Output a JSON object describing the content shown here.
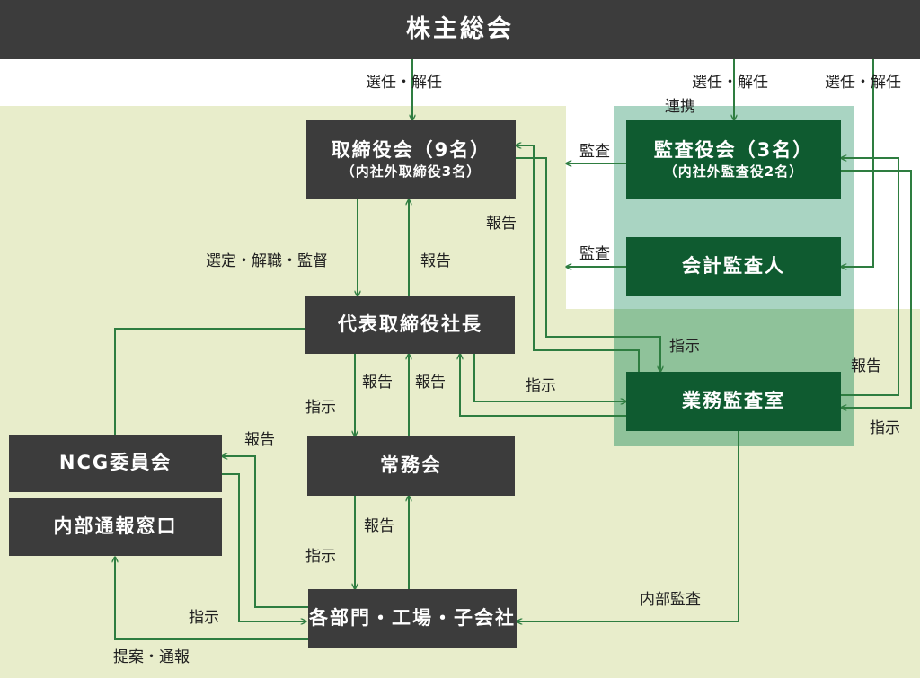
{
  "colors": {
    "header_bg": "#3c3c3c",
    "box_dark": "#3c3c3c",
    "box_green": "#0f5b30",
    "line_green": "#2e7d40",
    "area_light": "#e8edcb",
    "area_teal": "#a9d4c2",
    "area_green": "#8fc29a"
  },
  "header": {
    "title": "株主総会"
  },
  "boxes": {
    "board": {
      "main": "取締役会（9名）",
      "sub": "（内社外取締役3名）"
    },
    "audit_board": {
      "main": "監査役会（3名）",
      "sub": "（内社外監査役2名）"
    },
    "accounting_auditor": {
      "main": "会計監査人"
    },
    "president": {
      "main": "代表取締役社長"
    },
    "executive": {
      "main": "常務会"
    },
    "internal_audit": {
      "main": "業務監査室"
    },
    "ncg": {
      "main": "NCG委員会"
    },
    "whistleblow": {
      "main": "内部通報窓口"
    },
    "departments": {
      "main": "各部門・工場・子会社"
    }
  },
  "labels": {
    "elect_board": "選任・解任",
    "elect_audit": "選任・解任",
    "elect_acct": "選任・解任",
    "cooperation": "連携",
    "audit_board": "監査",
    "audit_acct": "監査",
    "report_to_board": "報告",
    "select_supervise": "選定・解職・監督",
    "report_pres_board": "報告",
    "instruct_ia": "指示",
    "report_ia_audit": "報告",
    "instruct_pres_ia": "指示",
    "instruct_audit_ia": "指示",
    "instruct_pres_exec": "指示",
    "report_exec_pres_a": "報告",
    "report_exec_pres_b": "報告",
    "report_ncg": "報告",
    "report_dept_exec": "報告",
    "instruct_exec_dept": "指示",
    "instruct_ncg_dept": "指示",
    "internal_audit_label": "内部監査",
    "proposal_report": "提案・通報"
  }
}
